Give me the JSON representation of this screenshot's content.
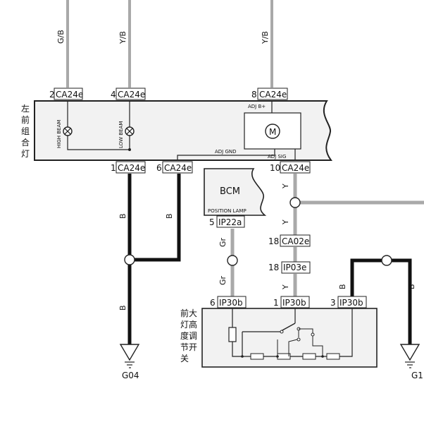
{
  "components": {
    "lamp_title": "左前组合灯",
    "switch_title": "前大灯高度调节开关",
    "bcm": {
      "name": "BCM",
      "sub": "POSITION LAMP"
    },
    "high_beam": "HIGH BEAM",
    "low_beam": "LOW BEAM",
    "motor": "M",
    "adj_bplus": "ADJ B+",
    "adj_gnd": "ADJ GND",
    "adj_sig": "ADJ SIG"
  },
  "wire_colors": {
    "gb": "G/B",
    "yb_left": "Y/B",
    "yb_right": "Y/B",
    "b1": "B",
    "b2": "B",
    "b3": "B",
    "y1": "Y",
    "y2": "Y",
    "y3": "Y",
    "gr1": "Gr",
    "gr2": "Gr",
    "b_sw1": "B",
    "b_sw2": "B"
  },
  "connectors": {
    "top": [
      {
        "pin": "2",
        "name": "CA24e"
      },
      {
        "pin": "4",
        "name": "CA24e"
      },
      {
        "pin": "8",
        "name": "CA24e"
      }
    ],
    "lamp_bottom": [
      {
        "pin": "1",
        "name": "CA24e"
      },
      {
        "pin": "6",
        "name": "CA24e"
      },
      {
        "pin": "10",
        "name": "CA24e"
      }
    ],
    "bcm": {
      "pin": "5",
      "name": "IP22a"
    },
    "mid": [
      {
        "pin": "18",
        "name": "CA02e"
      },
      {
        "pin": "18",
        "name": "IP03e"
      }
    ],
    "switch": [
      {
        "pin": "6",
        "name": "IP30b"
      },
      {
        "pin": "1",
        "name": "IP30b"
      },
      {
        "pin": "3",
        "name": "IP30b"
      }
    ]
  },
  "grounds": {
    "g04": "G04",
    "g1": "G1"
  },
  "colors": {
    "black_wire": "#111111",
    "gray_wire": "#a9a9a9",
    "line": "#222222",
    "fill": "#f2f2f2"
  }
}
